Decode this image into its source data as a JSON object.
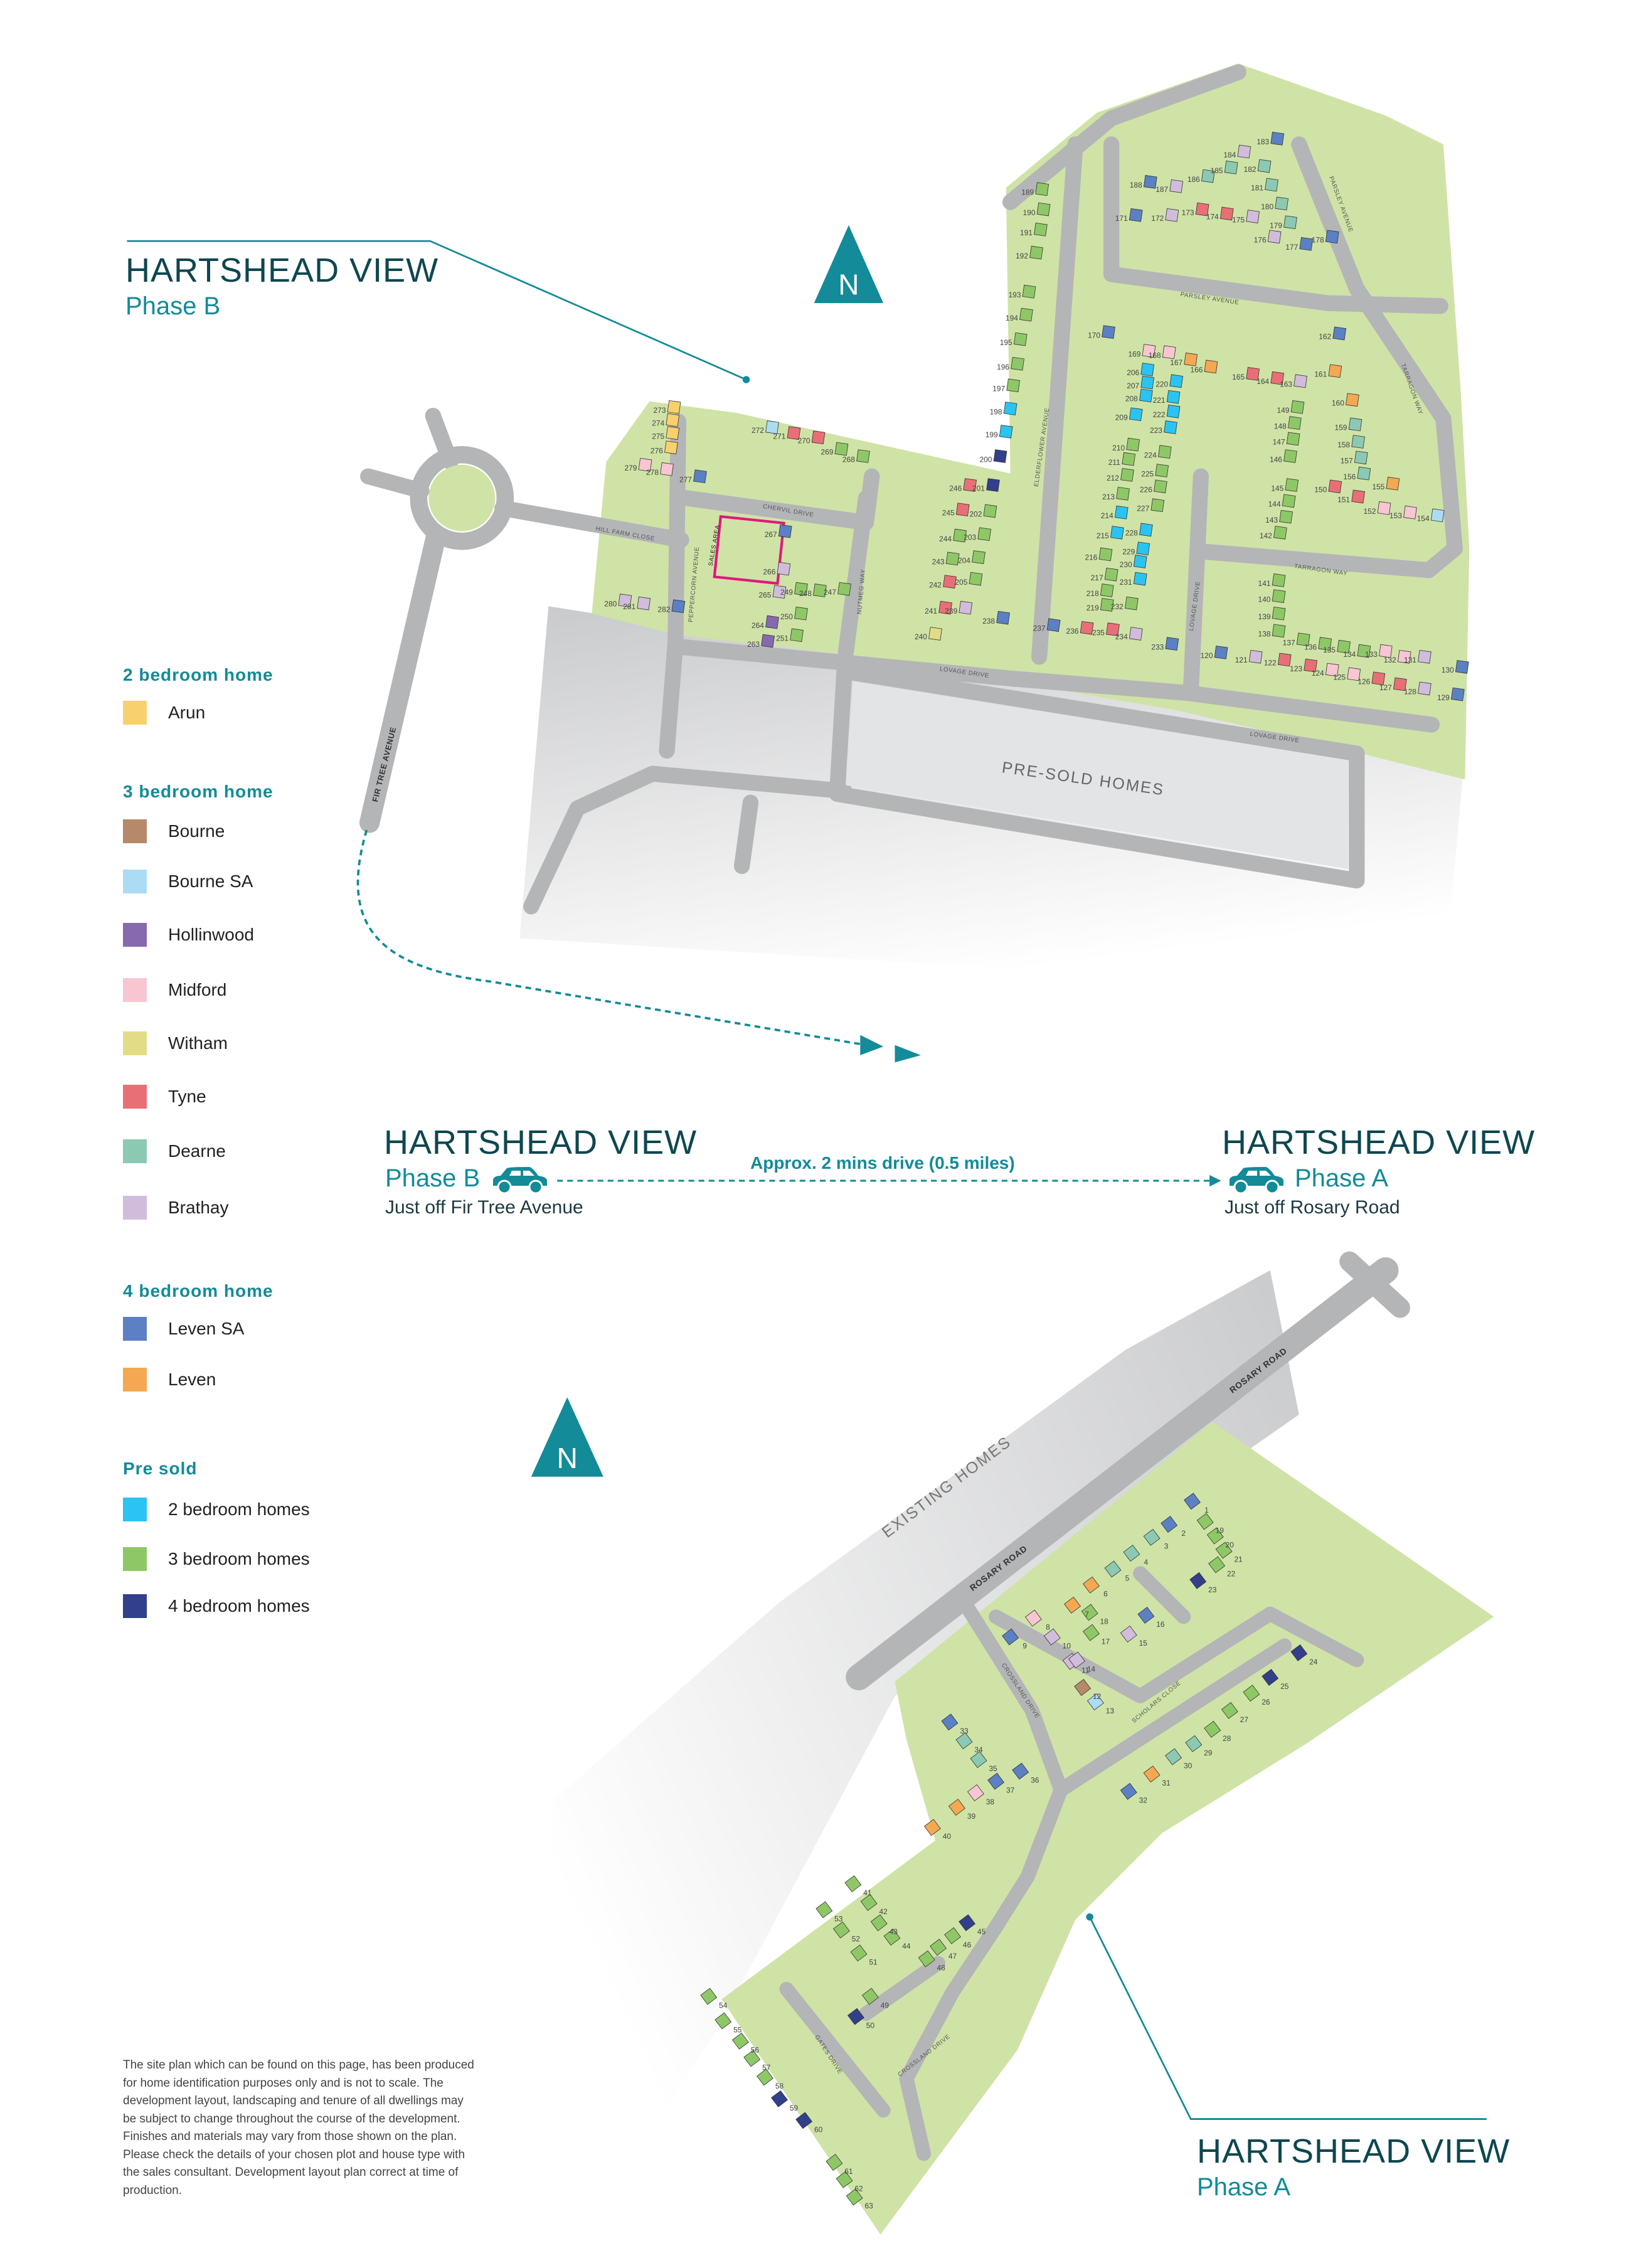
{
  "phase_b": {
    "title": "HARTSHEAD VIEW",
    "phase": "Phase B",
    "north": "N",
    "roads": {
      "fir_tree": "FIR TREE AVENUE",
      "hill_farm": "HILL FARM CLOSE",
      "peppercorn": "PEPPERCORN AVENUE",
      "sales": "SALES AREA",
      "chervil": "CHERVIL DRIVE",
      "nutmeg": "NUTMEG WAY",
      "lovage1": "LOVAGE DRIVE",
      "elderflower": "ELDERFLOWER AVENUE",
      "parsley1": "PARSLEY AVENUE",
      "parsley2": "PARSLEY AVENUE",
      "tarragon1": "TARRAGON WAY",
      "tarragon2": "TARRAGON WAY",
      "lovage2": "LOVAGE DRIVE",
      "lovage3": "LOVAGE DRIVE"
    },
    "presold_label": "PRE-SOLD HOMES",
    "plots": [
      [
        "189",
        "p3"
      ],
      [
        "190",
        "p3"
      ],
      [
        "191",
        "p3"
      ],
      [
        "192",
        "p3"
      ],
      [
        "193",
        "p3"
      ],
      [
        "194",
        "p3"
      ],
      [
        "195",
        "p3"
      ],
      [
        "196",
        "p3"
      ],
      [
        "197",
        "p3"
      ],
      [
        "198",
        "p2"
      ],
      [
        "199",
        "p2"
      ],
      [
        "200",
        "p4"
      ],
      [
        "201",
        "p4"
      ],
      [
        "202",
        "p3"
      ],
      [
        "203",
        "p3"
      ],
      [
        "204",
        "p3"
      ],
      [
        "205",
        "p3"
      ],
      [
        "246",
        "tyne"
      ],
      [
        "245",
        "tyne"
      ],
      [
        "244",
        "p3"
      ],
      [
        "243",
        "p3"
      ],
      [
        "242",
        "tyne"
      ],
      [
        "241",
        "tyne"
      ],
      [
        "239",
        "brathay"
      ],
      [
        "238",
        "levensa"
      ],
      [
        "240",
        "witham"
      ],
      [
        "273",
        "arun"
      ],
      [
        "274",
        "arun"
      ],
      [
        "275",
        "arun"
      ],
      [
        "276",
        "arun"
      ],
      [
        "279",
        "midford"
      ],
      [
        "278",
        "midford"
      ],
      [
        "277",
        "levensa"
      ],
      [
        "272",
        "bournesa"
      ],
      [
        "271",
        "tyne"
      ],
      [
        "270",
        "tyne"
      ],
      [
        "269",
        "p3"
      ],
      [
        "268",
        "p3"
      ],
      [
        "267",
        "levensa"
      ],
      [
        "266",
        "brathay"
      ],
      [
        "265",
        "brathay"
      ],
      [
        "264",
        "hollin"
      ],
      [
        "263",
        "hollin"
      ],
      [
        "249",
        "p3"
      ],
      [
        "248",
        "p3"
      ],
      [
        "247",
        "p3"
      ],
      [
        "250",
        "p3"
      ],
      [
        "251",
        "p3"
      ],
      [
        "280",
        "brathay"
      ],
      [
        "281",
        "brathay"
      ],
      [
        "282",
        "levensa"
      ],
      [
        "188",
        "levensa"
      ],
      [
        "187",
        "brathay"
      ],
      [
        "186",
        "dearne"
      ],
      [
        "185",
        "dearne"
      ],
      [
        "184",
        "brathay"
      ],
      [
        "183",
        "levensa"
      ],
      [
        "182",
        "dearne"
      ],
      [
        "181",
        "dearne"
      ],
      [
        "180",
        "dearne"
      ],
      [
        "179",
        "dearne"
      ],
      [
        "178",
        "levensa"
      ],
      [
        "177",
        "levensa"
      ],
      [
        "176",
        "brathay"
      ],
      [
        "175",
        "brathay"
      ],
      [
        "174",
        "tyne"
      ],
      [
        "173",
        "tyne"
      ],
      [
        "172",
        "brathay"
      ],
      [
        "171",
        "levensa"
      ],
      [
        "170",
        "levensa"
      ],
      [
        "169",
        "midford"
      ],
      [
        "168",
        "midford"
      ],
      [
        "167",
        "leven"
      ],
      [
        "166",
        "leven"
      ],
      [
        "165",
        "tyne"
      ],
      [
        "164",
        "tyne"
      ],
      [
        "163",
        "brathay"
      ],
      [
        "162",
        "levensa"
      ],
      [
        "161",
        "leven"
      ],
      [
        "160",
        "leven"
      ],
      [
        "159",
        "dearne"
      ],
      [
        "158",
        "dearne"
      ],
      [
        "157",
        "dearne"
      ],
      [
        "156",
        "dearne"
      ],
      [
        "155",
        "leven"
      ],
      [
        "154",
        "bournesa"
      ],
      [
        "153",
        "midford"
      ],
      [
        "152",
        "midford"
      ],
      [
        "151",
        "tyne"
      ],
      [
        "150",
        "tyne"
      ],
      [
        "206",
        "p2"
      ],
      [
        "207",
        "p2"
      ],
      [
        "208",
        "p2"
      ],
      [
        "209",
        "p2"
      ],
      [
        "220",
        "p2"
      ],
      [
        "221",
        "p2"
      ],
      [
        "222",
        "p2"
      ],
      [
        "223",
        "p2"
      ],
      [
        "210",
        "p3"
      ],
      [
        "211",
        "p3"
      ],
      [
        "212",
        "p3"
      ],
      [
        "213",
        "p3"
      ],
      [
        "214",
        "p2"
      ],
      [
        "215",
        "p2"
      ],
      [
        "216",
        "p3"
      ],
      [
        "217",
        "p3"
      ],
      [
        "218",
        "p3"
      ],
      [
        "219",
        "p3"
      ],
      [
        "224",
        "p3"
      ],
      [
        "225",
        "p3"
      ],
      [
        "226",
        "p3"
      ],
      [
        "227",
        "p3"
      ],
      [
        "228",
        "p2"
      ],
      [
        "229",
        "p2"
      ],
      [
        "230",
        "p2"
      ],
      [
        "231",
        "p2"
      ],
      [
        "232",
        "p3"
      ],
      [
        "149",
        "p3"
      ],
      [
        "148",
        "p3"
      ],
      [
        "147",
        "p3"
      ],
      [
        "146",
        "p3"
      ],
      [
        "145",
        "p3"
      ],
      [
        "144",
        "p3"
      ],
      [
        "143",
        "p3"
      ],
      [
        "142",
        "p3"
      ],
      [
        "237",
        "levensa"
      ],
      [
        "236",
        "tyne"
      ],
      [
        "235",
        "tyne"
      ],
      [
        "234",
        "brathay"
      ],
      [
        "233",
        "levensa"
      ],
      [
        "141",
        "p3"
      ],
      [
        "140",
        "p3"
      ],
      [
        "139",
        "p3"
      ],
      [
        "138",
        "p3"
      ],
      [
        "137",
        "p3"
      ],
      [
        "136",
        "p3"
      ],
      [
        "135",
        "p3"
      ],
      [
        "134",
        "p3"
      ],
      [
        "133",
        "midford"
      ],
      [
        "132",
        "midford"
      ],
      [
        "131",
        "brathay"
      ],
      [
        "130",
        "levensa"
      ],
      [
        "120",
        "levensa"
      ],
      [
        "121",
        "brathay"
      ],
      [
        "122",
        "tyne"
      ],
      [
        "123",
        "tyne"
      ],
      [
        "124",
        "midford"
      ],
      [
        "125",
        "midford"
      ],
      [
        "126",
        "tyne"
      ],
      [
        "127",
        "tyne"
      ],
      [
        "128",
        "brathay"
      ],
      [
        "129",
        "levensa"
      ]
    ]
  },
  "link": {
    "left": {
      "title": "HARTSHEAD VIEW",
      "phase": "Phase B",
      "subtitle": "Just off Fir Tree Avenue"
    },
    "right": {
      "title": "HARTSHEAD VIEW",
      "phase": "Phase A",
      "subtitle": "Just off Rosary Road"
    },
    "drive": "Approx. 2 mins drive (0.5 miles)",
    "icon": "car-icon"
  },
  "phase_a": {
    "title": "HARTSHEAD VIEW",
    "phase": "Phase A",
    "north": "N",
    "existing": "EXISTING HOMES",
    "roads": {
      "rosary1": "ROSARY ROAD",
      "rosary2": "ROSARY ROAD",
      "crossland1": "CROSSLAND DRIVE",
      "scholars": "SCHOLARS CLOSE",
      "gates": "GATES DRIVE",
      "crossland2": "CROSSLAND DRIVE"
    },
    "plots": [
      [
        "1",
        "levensa"
      ],
      [
        "2",
        "levensa"
      ],
      [
        "3",
        "dearne"
      ],
      [
        "4",
        "dearne"
      ],
      [
        "5",
        "dearne"
      ],
      [
        "6",
        "leven"
      ],
      [
        "7",
        "leven"
      ],
      [
        "8",
        "midford"
      ],
      [
        "9",
        "levensa"
      ],
      [
        "10",
        "brathay"
      ],
      [
        "11",
        "brathay"
      ],
      [
        "12",
        "bourne"
      ],
      [
        "13",
        "bournesa"
      ],
      [
        "14",
        "brathay"
      ],
      [
        "15",
        "brathay"
      ],
      [
        "16",
        "levensa"
      ],
      [
        "17",
        "p3"
      ],
      [
        "18",
        "p3"
      ],
      [
        "19",
        "p3"
      ],
      [
        "20",
        "p3"
      ],
      [
        "21",
        "p3"
      ],
      [
        "22",
        "p3"
      ],
      [
        "23",
        "p4"
      ],
      [
        "24",
        "p4"
      ],
      [
        "25",
        "p4"
      ],
      [
        "26",
        "p3"
      ],
      [
        "27",
        "p3"
      ],
      [
        "28",
        "p3"
      ],
      [
        "29",
        "dearne"
      ],
      [
        "30",
        "dearne"
      ],
      [
        "31",
        "leven"
      ],
      [
        "32",
        "levensa"
      ],
      [
        "33",
        "levensa"
      ],
      [
        "34",
        "dearne"
      ],
      [
        "35",
        "dearne"
      ],
      [
        "36",
        "levensa"
      ],
      [
        "37",
        "levensa"
      ],
      [
        "38",
        "midford"
      ],
      [
        "39",
        "leven"
      ],
      [
        "40",
        "leven"
      ],
      [
        "41",
        "p3"
      ],
      [
        "42",
        "p3"
      ],
      [
        "43",
        "p3"
      ],
      [
        "44",
        "p3"
      ],
      [
        "45",
        "p4"
      ],
      [
        "46",
        "p3"
      ],
      [
        "47",
        "p3"
      ],
      [
        "48",
        "p3"
      ],
      [
        "49",
        "p3"
      ],
      [
        "50",
        "p4"
      ],
      [
        "51",
        "p3"
      ],
      [
        "52",
        "p3"
      ],
      [
        "53",
        "p3"
      ],
      [
        "54",
        "p3"
      ],
      [
        "55",
        "p3"
      ],
      [
        "56",
        "p3"
      ],
      [
        "57",
        "p3"
      ],
      [
        "58",
        "p3"
      ],
      [
        "59",
        "p4"
      ],
      [
        "60",
        "p4"
      ],
      [
        "61",
        "p3"
      ],
      [
        "62",
        "p3"
      ],
      [
        "63",
        "p3"
      ]
    ]
  },
  "legend": {
    "groups": [
      {
        "heading": "2 bedroom home",
        "items": [
          {
            "key": "arun",
            "label": "Arun",
            "color": "#f9d06e"
          }
        ]
      },
      {
        "heading": "3 bedroom home",
        "items": [
          {
            "key": "bourne",
            "label": "Bourne",
            "color": "#b5896a"
          },
          {
            "key": "bournesa",
            "label": "Bourne SA",
            "color": "#acdcf3"
          },
          {
            "key": "hollin",
            "label": "Hollinwood",
            "color": "#8669ae"
          },
          {
            "key": "midford",
            "label": "Midford",
            "color": "#f8c6d3"
          },
          {
            "key": "witham",
            "label": "Witham",
            "color": "#e3dc86"
          },
          {
            "key": "tyne",
            "label": "Tyne",
            "color": "#e96f76"
          },
          {
            "key": "dearne",
            "label": "Dearne",
            "color": "#8cc9b2"
          },
          {
            "key": "brathay",
            "label": "Brathay",
            "color": "#d2bcdc"
          }
        ]
      },
      {
        "heading": "4 bedroom home",
        "items": [
          {
            "key": "levensa",
            "label": "Leven SA",
            "color": "#5b80c3"
          },
          {
            "key": "leven",
            "label": "Leven",
            "color": "#f4a851"
          }
        ]
      },
      {
        "heading": "Pre sold",
        "items": [
          {
            "key": "p2",
            "label": "2 bedroom homes",
            "color": "#2bc3f1"
          },
          {
            "key": "p3",
            "label": "3 bedroom homes",
            "color": "#8ec866"
          },
          {
            "key": "p4",
            "label": "4 bedroom homes",
            "color": "#323f8b"
          }
        ]
      }
    ]
  },
  "colors": {
    "accent": "#138b98",
    "land": "#cfe3a6",
    "road": "#b4b5b7"
  },
  "disclaimer": "The site plan which can be found on this page, has been produced for home identification purposes only and is not to scale. The development layout, landscaping and tenure of all dwellings may be subject to change throughout the course of the development. Finishes and materials may vary from those shown on the plan. Please check the details of your chosen plot and house type with the sales consultant. Development layout plan correct at time of production."
}
